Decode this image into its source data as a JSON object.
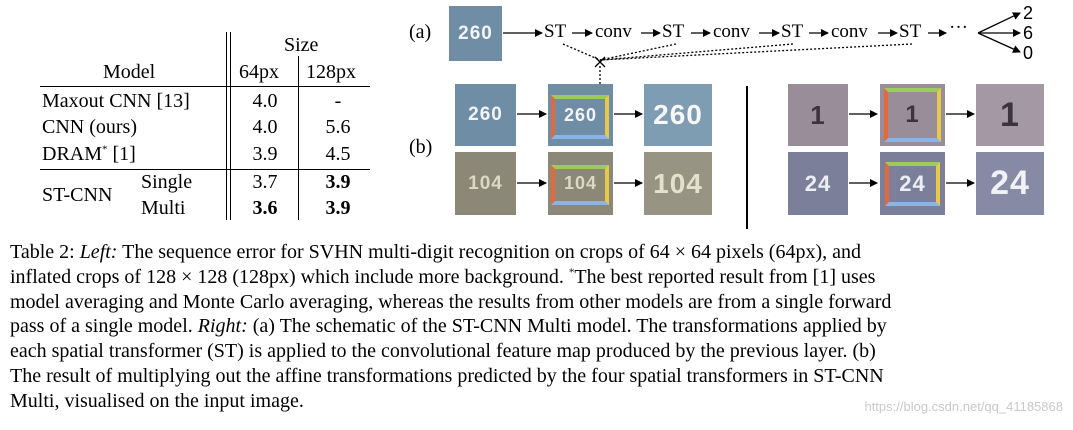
{
  "table": {
    "header_size": "Size",
    "header_model": "Model",
    "header_64": "64px",
    "header_128": "128px",
    "rows": [
      {
        "model": "Maxout CNN [13]",
        "v64": "4.0",
        "v128": "-"
      },
      {
        "model": "CNN (ours)",
        "v64": "4.0",
        "v128": "5.6"
      },
      {
        "model_prefix": "DRAM",
        "model_sup": "*",
        "model_suffix": " [1]",
        "v64": "3.9",
        "v128": "4.5"
      },
      {
        "group": "ST-CNN",
        "model": "Single",
        "v64": "3.7",
        "v128": "3.9"
      },
      {
        "model": "Multi",
        "v64": "3.6",
        "v128": "3.9"
      }
    ]
  },
  "figure": {
    "label_a": "(a)",
    "label_b": "(b)",
    "chain": [
      "ST",
      "conv",
      "ST",
      "conv",
      "ST",
      "conv",
      "ST"
    ],
    "ellipsis": "···",
    "outputs": [
      "2",
      "6",
      "0"
    ],
    "input_digit": "260",
    "rows_left": [
      {
        "text": "260",
        "bg": "#6f8ea5",
        "fg": "#f2f4f6"
      },
      {
        "text": "104",
        "bg": "#8c8878",
        "fg": "#dcd8c6"
      }
    ],
    "rows_right": [
      {
        "text": "1",
        "bg": "#9a8d9a",
        "fg": "#3b3340"
      },
      {
        "text": "24",
        "bg": "#7c7f9a",
        "fg": "#eceef6"
      }
    ],
    "box_colors": {
      "top": "#9ccb5a",
      "left": "#e06a3c",
      "right": "#e8c84a",
      "bottom": "#8ab4e8"
    }
  },
  "caption": {
    "table_label": "Table 2:",
    "left_label": "Left:",
    "line1_rest": "The sequence error for SVHN multi-digit recognition on crops of 64 × 64 pixels (64px), and",
    "line2_pre": "inflated crops of 128 × 128 (128px) which include more background.",
    "line2_sup": "*",
    "line2_post": "The best reported result from [1] uses",
    "line3": "model averaging and Monte Carlo averaging, whereas the results from other models are from a single forward",
    "line4_pre": "pass of a single model.",
    "right_label": "Right:",
    "line4_post": "(a) The schematic of the ST-CNN Multi model. The transformations applied by",
    "line5": "each spatial transformer (ST) is applied to the convolutional feature map produced by the previous layer. (b)",
    "line6": "The result of multiplying out the affine transformations predicted by the four spatial transformers in ST-CNN",
    "line7": "Multi, visualised on the input image."
  },
  "watermark": "https://blog.csdn.net/qq_41185868"
}
